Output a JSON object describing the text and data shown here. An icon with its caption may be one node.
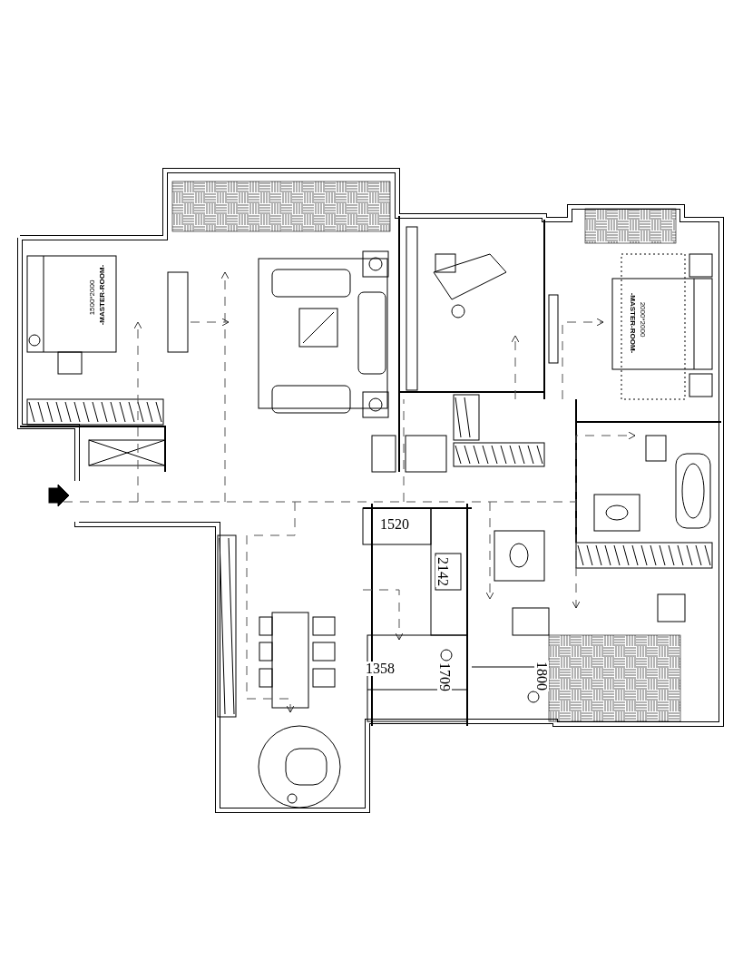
{
  "diagram": {
    "labels": [
      "1500*2000",
      "-MASTER-ROOM-",
      "2000*2000",
      "-MASTER-ROOM-",
      "1520",
      "2142",
      "1358",
      "1709",
      "1800"
    ]
  }
}
